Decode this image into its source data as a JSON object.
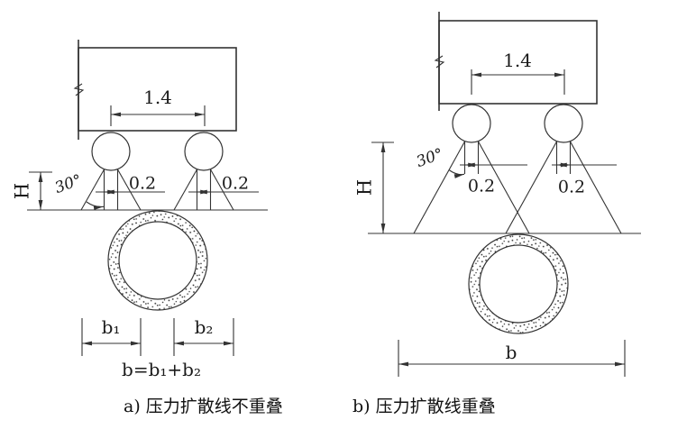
{
  "colors": {
    "background": "#ffffff",
    "line": "#333333",
    "text": "#1b1b1b"
  },
  "figure_a": {
    "caption": "a) 压力扩散线不重叠",
    "load_width_label": "1.4",
    "angle_label": "30°",
    "height_label": "H",
    "contact_width_left_label": "0.2",
    "contact_width_right_label": "0.2",
    "b1_label": "b₁",
    "b2_label": "b₂",
    "b_sum_label": "b=b₁+b₂"
  },
  "figure_b": {
    "caption": "b) 压力扩散线重叠",
    "load_width_label": "1.4",
    "angle_label": "30°",
    "height_label": "H",
    "contact_width_left_label": "0.2",
    "contact_width_right_label": "0.2",
    "b_label": "b"
  }
}
